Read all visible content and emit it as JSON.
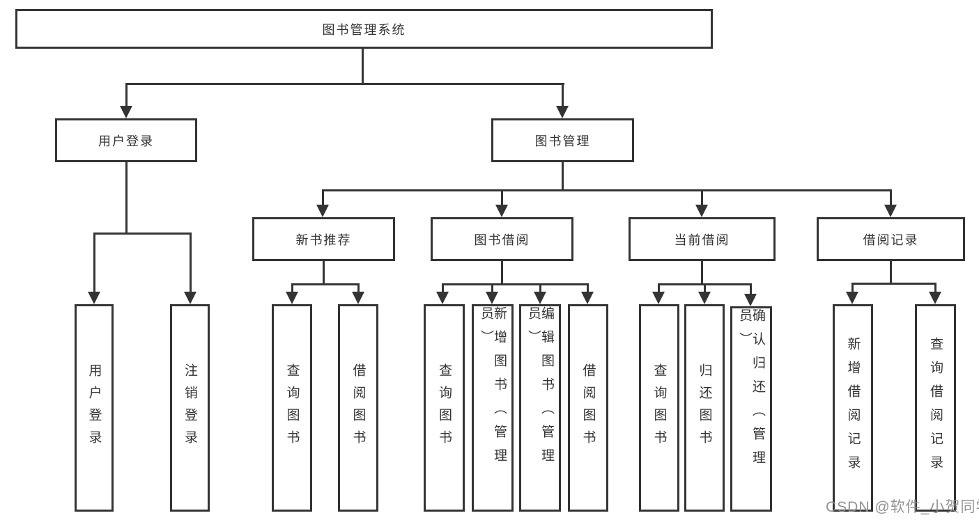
{
  "tree": {
    "root": "图书管理系统",
    "branches": [
      {
        "label": "用户登录",
        "children": [
          "用户登录",
          "注销登录"
        ]
      },
      {
        "label": "图书管理",
        "groups": [
          {
            "label": "新书推荐",
            "children": [
              "查询图书",
              "借阅图书"
            ]
          },
          {
            "label": "图书借阅",
            "children": [
              "查询图书",
              "新增图书（管理员）",
              "编辑图书（管理员）",
              "借阅图书"
            ]
          },
          {
            "label": "当前借阅",
            "children": [
              "查询图书",
              "归还图书",
              "确认归还（管理员）"
            ]
          },
          {
            "label": "借阅记录",
            "children": [
              "新增借阅记录",
              "查询借阅记录"
            ]
          }
        ]
      }
    ]
  },
  "watermark": {
    "text": "CSDN @软件_小贺同学"
  },
  "colors": {
    "line": "#343434",
    "text": "#333333",
    "watermark": "#8a8a8a",
    "background": "#ffffff"
  }
}
